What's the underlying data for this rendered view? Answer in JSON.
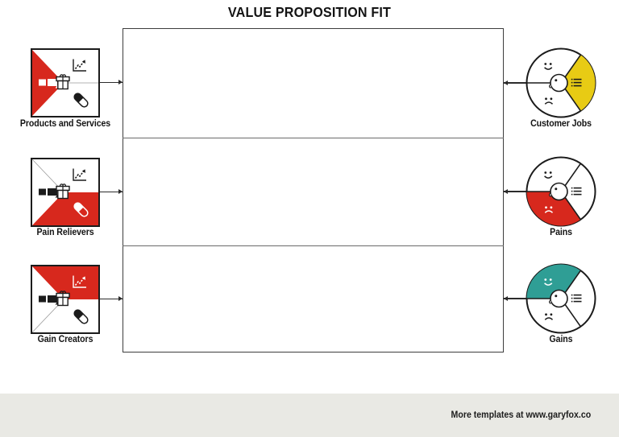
{
  "title": "VALUE PROPOSITION FIT",
  "colors": {
    "red": "#d7281d",
    "yellow": "#e8cb14",
    "teal": "#2f9e95",
    "footer_bg": "#e9e9e4",
    "line": "#2b2b2b"
  },
  "left_items": [
    {
      "label": "Products and Services"
    },
    {
      "label": "Pain Relievers"
    },
    {
      "label": "Gain Creators"
    }
  ],
  "right_items": [
    {
      "label": "Customer Jobs"
    },
    {
      "label": "Pains"
    },
    {
      "label": "Gains"
    }
  ],
  "footer": {
    "text": "More templates at www.garyfox.co"
  }
}
